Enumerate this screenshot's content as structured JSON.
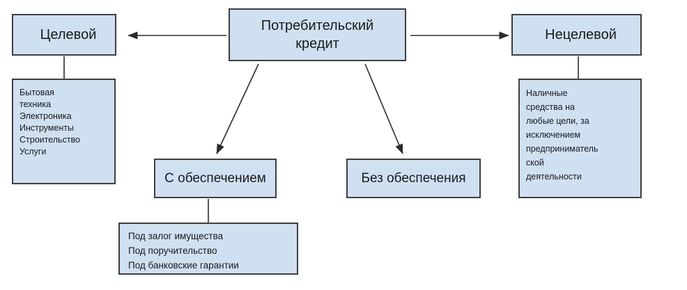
{
  "diagram": {
    "title_node": {
      "lines": [
        "Потребительский",
        "кредит"
      ]
    },
    "nodes": {
      "target": {
        "label": "Целевой"
      },
      "non_target": {
        "label": "Нецелевой"
      },
      "target_items": {
        "lines": [
          "Бытовая",
          "техника",
          "Электроника",
          "Инструменты",
          "Строительство",
          "Услуги"
        ]
      },
      "non_target_items": {
        "lines": [
          "Наличные",
          "средства на",
          "любые цели, за",
          "исключением",
          "предприниматель",
          "ской",
          "деятельности"
        ]
      },
      "secured": {
        "label": "С обеспечением"
      },
      "unsecured": {
        "label": "Без обеспечения"
      },
      "secured_items": {
        "lines": [
          "Под залог имущества",
          "Под поручительство",
          "Под банковские гарантии"
        ]
      }
    },
    "style": {
      "node_fill": "#cfe0f1",
      "node_border": "#3f3f3f",
      "edge_color": "#2b2b2b",
      "text_color": "#1a1a1a",
      "background": "#ffffff"
    }
  }
}
